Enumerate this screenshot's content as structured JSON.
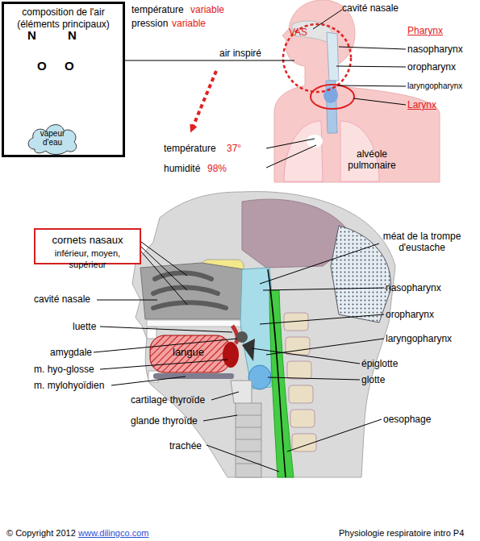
{
  "diagram": {
    "nodes": [
      {
        "text": [
          "composition de l'air (éléments principaux)"
        ]
      },
      {
        "text": [
          "vapeur d'eau"
        ],
        "in": 0
      },
      {
        "text": [
          "cornets nasaux",
          "inférieur, moyen, supérieur"
        ]
      }
    ],
    "labels": [
      "N",
      "N",
      "O",
      "O",
      "température",
      "variable",
      "pression",
      "variable",
      "air inspiré",
      "température",
      "37°",
      "humidité",
      "98%",
      "cavité nasale",
      "VAS",
      "Pharynx",
      "nasopharynx",
      "oropharynx",
      "laryngopharynx",
      "Larynx",
      "alvéole pulmonaire",
      "méat de la trompe d'eustache",
      "cavité nasale",
      "nasopharynx",
      "luette",
      "oropharynx",
      "amygdale",
      "langue",
      "laryngopharynx",
      "m. hyo-glosse",
      "épiglotte",
      "m. mylohyoïdien",
      "glotte",
      "cartilage thyroïde",
      "glande thyroïde",
      "oesophage",
      "trachée",
      "© Copyright 2012",
      "www.dilingco.com",
      "Physiologie respiratoire intro P4"
    ]
  }
}
